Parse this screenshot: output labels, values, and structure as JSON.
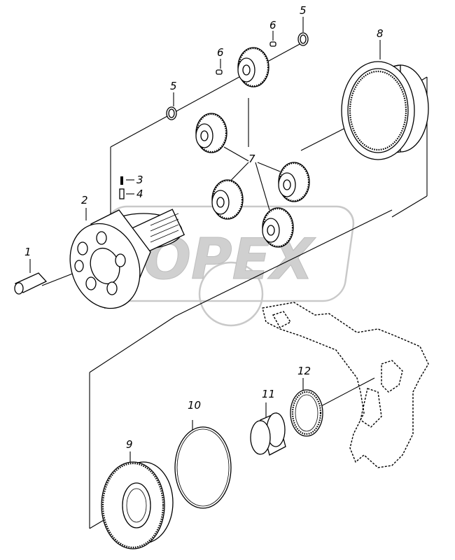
{
  "watermark": {
    "text": "OPEX"
  },
  "callouts": {
    "c1": "1",
    "c2": "2",
    "c3": "3",
    "c4": "4",
    "c5a": "5",
    "c5b": "5",
    "c6a": "6",
    "c6b": "6",
    "c7": "7",
    "c8": "8",
    "c9": "9",
    "c10": "10",
    "c11": "11",
    "c12": "12"
  }
}
